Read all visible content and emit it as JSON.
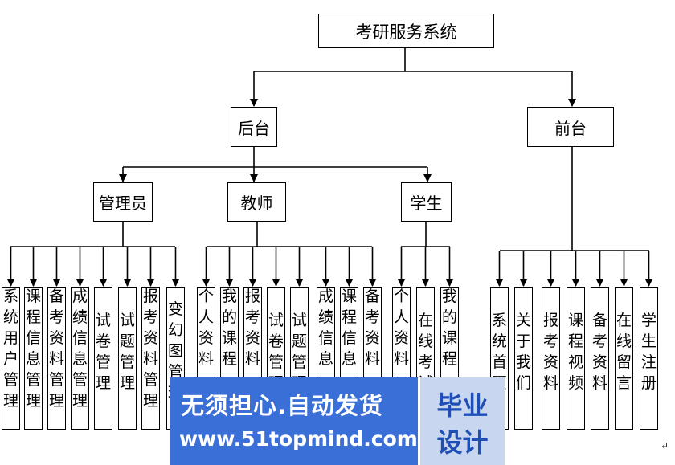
{
  "root": "考研服务系统",
  "branches": {
    "backend": "后台",
    "frontend": "前台"
  },
  "roles": {
    "admin": "管理员",
    "teacher": "教师",
    "student": "学生"
  },
  "leaves": {
    "admin": [
      "系统用户管理",
      "课程信息管理",
      "备考资料管理",
      "成绩信息管理",
      "试卷管理",
      "试题管理",
      "报考资料管理",
      "变幻图管理"
    ],
    "teacher": [
      "个人资料",
      "我的课程",
      "报考资料",
      "试卷管理",
      "试题管理",
      "成绩信息",
      "课程信息",
      "备考资料"
    ],
    "student": [
      "个人资料",
      "在线考试",
      "我的课程"
    ],
    "frontend": [
      "系统首页",
      "关于我们",
      "报考资料",
      "课程视频",
      "备考资料",
      "在线留言",
      "学生注册"
    ]
  },
  "watermark": {
    "slogan": "无须担心.自动发货",
    "url": "www.51topmind.com",
    "badge_line1": "毕业",
    "badge_line2": "设计"
  },
  "colors": {
    "line": "#000000",
    "watermark_blue": "#3b6fd8",
    "watermark_light": "#c8d7ef",
    "badge_text": "#1f4fb5"
  }
}
